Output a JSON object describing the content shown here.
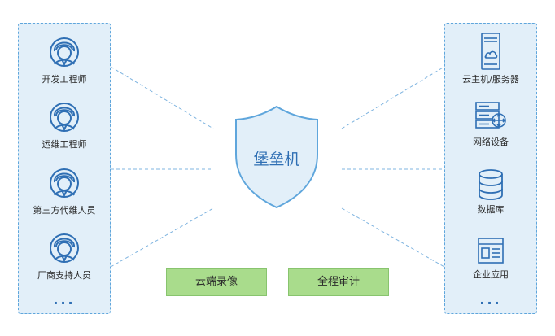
{
  "center": {
    "title": "堡垒机"
  },
  "left_panel": {
    "items": [
      {
        "label": "开发工程师",
        "icon": "engineer-icon"
      },
      {
        "label": "运维工程师",
        "icon": "engineer-icon"
      },
      {
        "label": "第三方代维人员",
        "icon": "engineer-icon"
      },
      {
        "label": "厂商支持人员",
        "icon": "engineer-icon"
      }
    ],
    "more": "..."
  },
  "right_panel": {
    "items": [
      {
        "label": "云主机/服务器",
        "icon": "server-icon"
      },
      {
        "label": "网络设备",
        "icon": "network-device-icon"
      },
      {
        "label": "数据库",
        "icon": "database-icon"
      },
      {
        "label": "企业应用",
        "icon": "enterprise-app-icon"
      }
    ],
    "more": "..."
  },
  "features": [
    {
      "label": "云端录像"
    },
    {
      "label": "全程审计"
    }
  ],
  "colors": {
    "accent_blue": "#2f6fb4",
    "panel_bg": "#e2eff9",
    "panel_border": "#5fa6dc",
    "feature_green": "#a9dc8c",
    "connector": "#7fb4e0"
  }
}
